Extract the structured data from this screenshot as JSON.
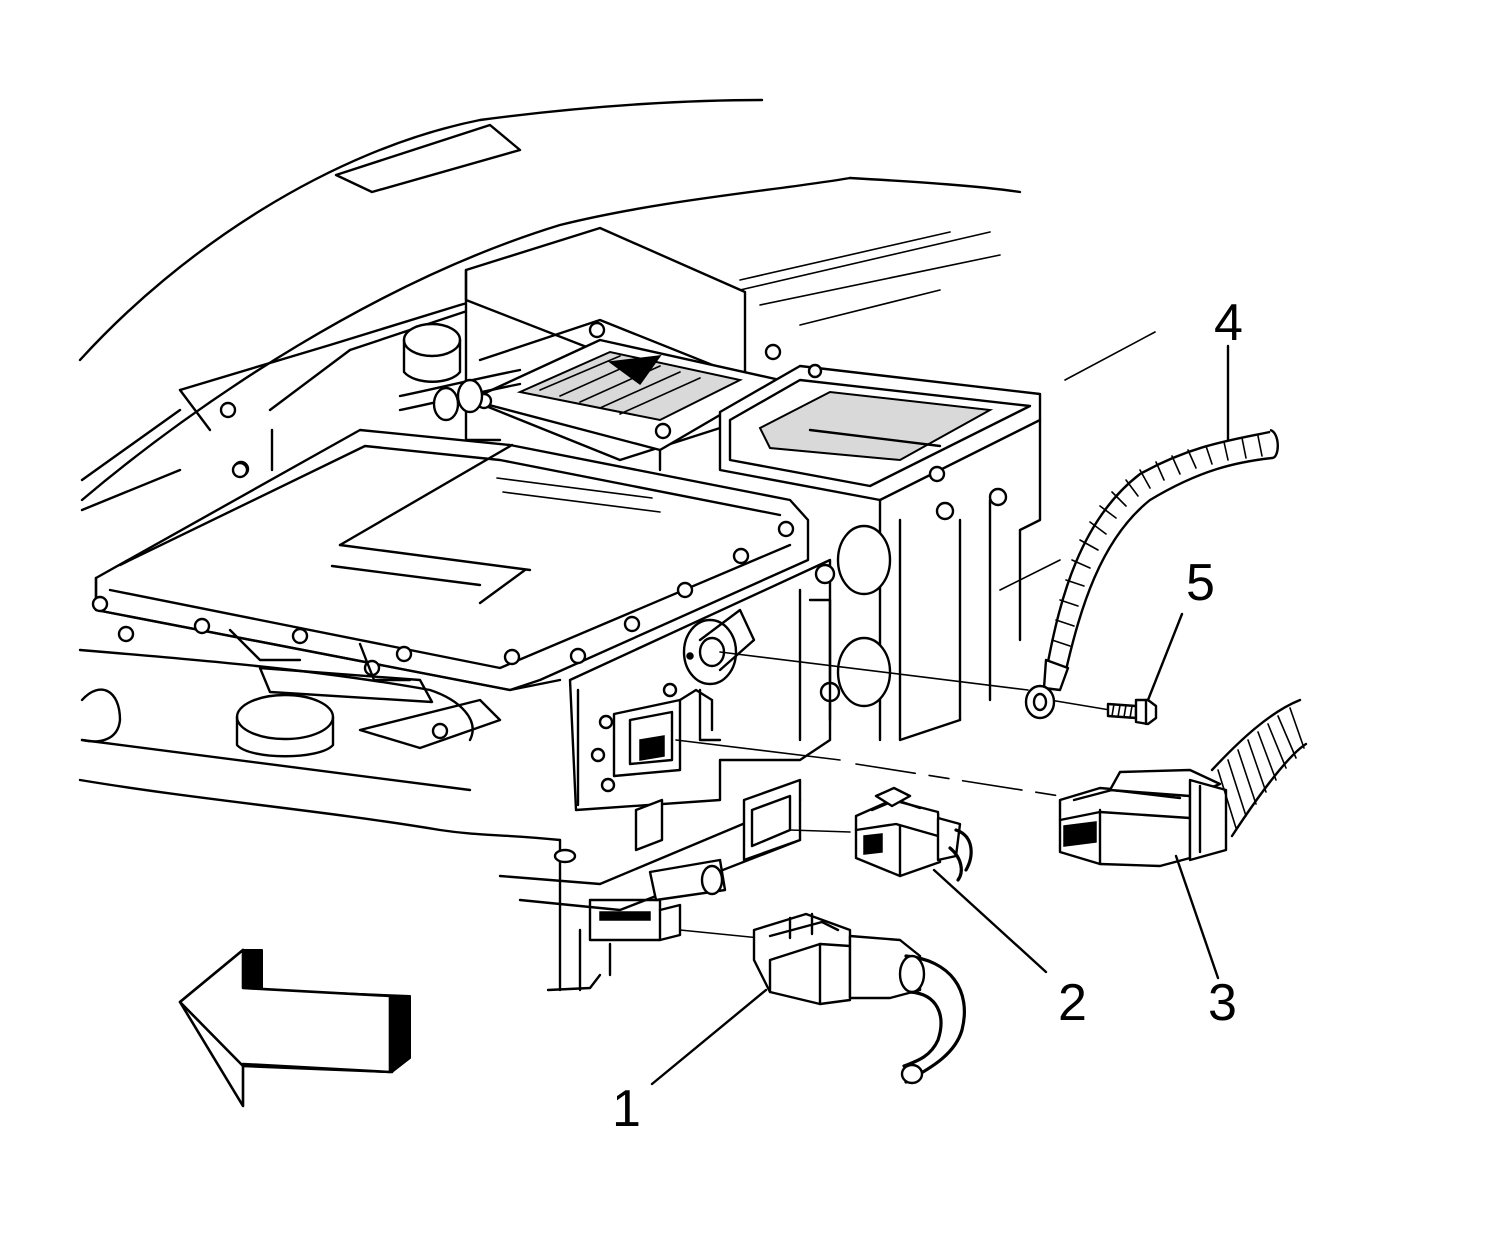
{
  "callouts": [
    {
      "id": "1",
      "label": "1"
    },
    {
      "id": "2",
      "label": "2"
    },
    {
      "id": "3",
      "label": "3"
    },
    {
      "id": "4",
      "label": "4"
    },
    {
      "id": "5",
      "label": "5"
    }
  ],
  "icons": {
    "direction_arrow": "front-direction-arrow-icon"
  }
}
